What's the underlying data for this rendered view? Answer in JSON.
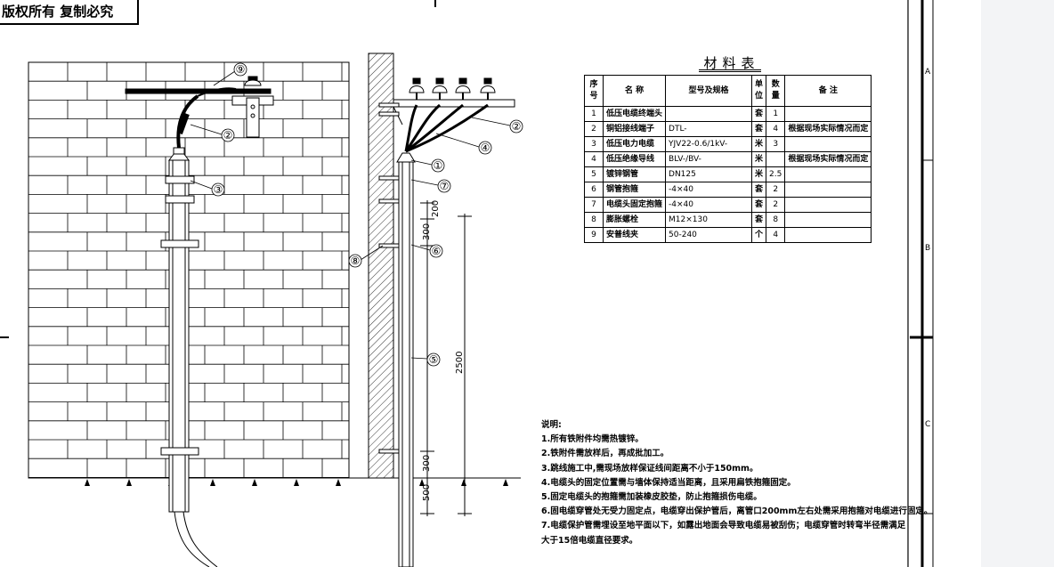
{
  "copyright": "版权所有 复制必究",
  "material_table": {
    "title": "材料表",
    "headers": [
      "序号",
      "名 称",
      "型号及规格",
      "单位",
      "数量",
      "备 注"
    ],
    "rows": [
      [
        "1",
        "低压电缆终端头",
        "",
        "套",
        "1",
        ""
      ],
      [
        "2",
        "铜铝接线端子",
        "DTL-",
        "套",
        "4",
        "根据现场实际情况而定"
      ],
      [
        "3",
        "低压电力电缆",
        "YJV22-0.6/1kV-",
        "米",
        "3",
        ""
      ],
      [
        "4",
        "低压绝缘导线",
        "BLV-/BV-",
        "米",
        "",
        "根据现场实际情况而定"
      ],
      [
        "5",
        "镀锌钢管",
        "DN125",
        "米",
        "2.5",
        ""
      ],
      [
        "6",
        "钢管抱箍",
        "-4×40",
        "套",
        "2",
        ""
      ],
      [
        "7",
        "电缆头固定抱箍",
        "-4×40",
        "套",
        "2",
        ""
      ],
      [
        "8",
        "膨胀螺栓",
        "M12×130",
        "套",
        "8",
        ""
      ],
      [
        "9",
        "安普线夹",
        "50-240",
        "个",
        "4",
        ""
      ]
    ]
  },
  "notes": {
    "title": "说明:",
    "items": [
      "1.所有铁附件均需热镀锌。",
      "2.铁附件需放样后，再成批加工。",
      "3.跳线施工中,需现场放样保证线间距离不小于150mm。",
      "4.电缆头的固定位置需与墙体保持适当距离，且采用扁铁抱箍固定。",
      "5.固定电缆头的抱箍需加装橡皮胶垫，防止抱箍损伤电缆。",
      "6.固电缆穿管处无受力固定点，电缆穿出保护管后，离管口200mm左右处需采用抱箍对电缆进行固定。",
      "7.电缆保护管需埋设至地平面以下，如露出地面会导致电缆易被刮伤；电缆穿管时转弯半径需满足",
      "  大于15倍电缆直径要求。"
    ]
  },
  "callouts": {
    "left": [
      "⑨",
      "②",
      "③"
    ],
    "side": [
      "②",
      "④",
      "①",
      "⑦",
      "⑥",
      "⑧",
      "⑤"
    ]
  },
  "dimensions": [
    "200",
    "300",
    "2500",
    "300",
    "500"
  ],
  "zones": [
    "A",
    "B",
    "C"
  ]
}
